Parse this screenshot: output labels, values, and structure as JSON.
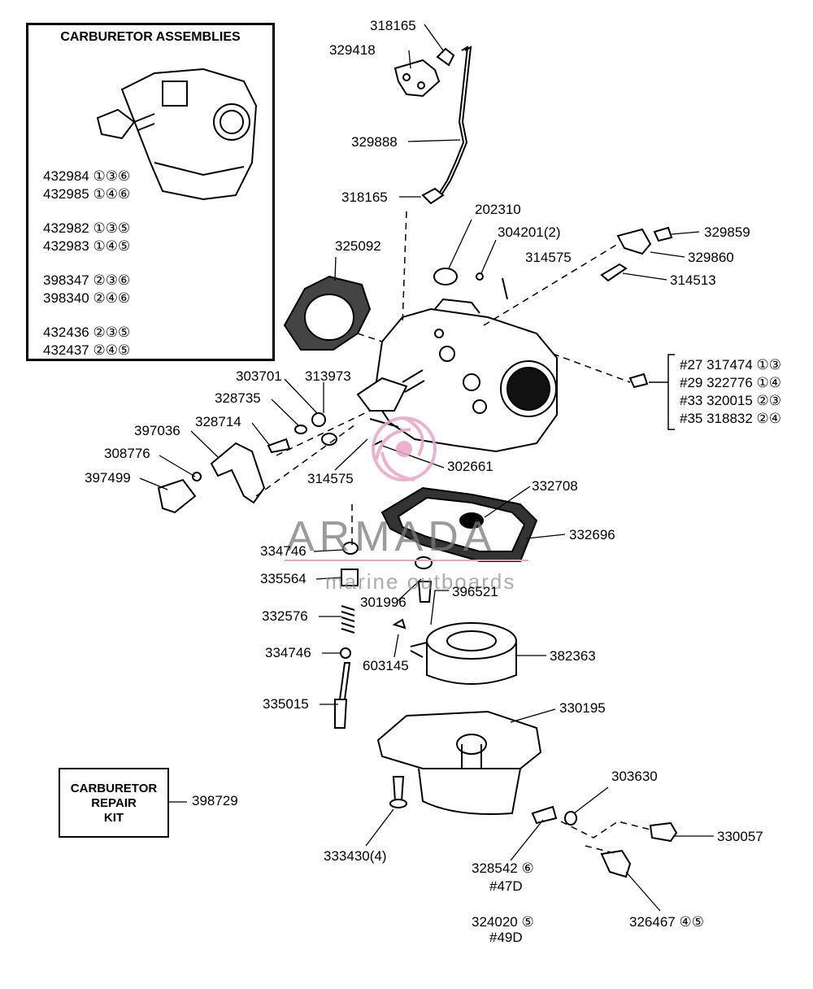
{
  "assemblies_box": {
    "title": "CARBURETOR ASSEMBLIES",
    "rows": [
      "432984 ①③⑥",
      "432985 ①④⑥",
      "432982 ①③⑤",
      "432983 ①④⑤",
      "398347 ②③⑥",
      "398340 ②④⑥",
      "432436 ②③⑤",
      "432437 ②④⑤"
    ]
  },
  "parts": {
    "p318165_top": "318165",
    "p329418": "329418",
    "p329888": "329888",
    "p318165_low": "318165",
    "p202310": "202310",
    "p304201": "304201(2)",
    "p329859": "329859",
    "p329860": "329860",
    "p314575_top": "314575",
    "p314513": "314513",
    "p325092": "325092",
    "p303701": "303701",
    "p313973": "313973",
    "p328735": "328735",
    "p328714": "328714",
    "p397036": "397036",
    "p308776": "308776",
    "p397499": "397499",
    "p314575_low": "314575",
    "p302661": "302661",
    "p332708": "332708",
    "p332696": "332696",
    "p334746_top": "334746",
    "p335564": "335564",
    "p301996": "301996",
    "p396521": "396521",
    "p332576": "332576",
    "p334746_low": "334746",
    "p603145": "603145",
    "p382363": "382363",
    "p335015": "335015",
    "p330195": "330195",
    "p398729": "398729",
    "p303630": "303630",
    "p330057": "330057",
    "p333430": "333430(4)",
    "p328542": "328542 ⑥",
    "p47d": "#47D",
    "p326467": "326467 ④⑤",
    "p324020": "324020 ⑤",
    "p49d": "#49D"
  },
  "jets": [
    "#27 317474 ①③",
    "#29 322776 ①④",
    "#33 320015 ②③",
    "#35 318832 ②④"
  ],
  "repair_kit": {
    "lines": [
      "CARBURETOR",
      "REPAIR",
      "KIT"
    ]
  },
  "watermark": {
    "brand": "ARMADA",
    "tagline": "marine outboards",
    "color": "#e7a5c4"
  }
}
